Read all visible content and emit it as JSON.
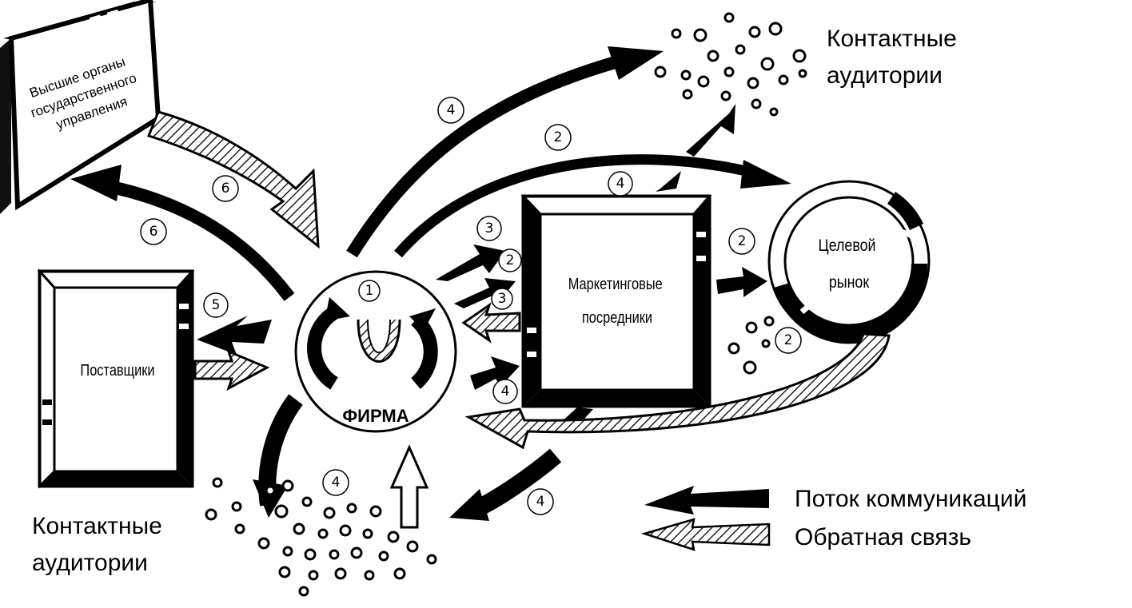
{
  "nodes": {
    "government": [
      "Высшие органы",
      "государственного",
      "управления"
    ],
    "suppliers": "Поставщики",
    "firm": "ФИРМА",
    "intermediaries": [
      "Маркетинговые",
      "посредники"
    ],
    "target_market": [
      "Целевой",
      "рынок"
    ],
    "contact_audiences_top": [
      "Контактные",
      "аудитории"
    ],
    "contact_audiences_bottom": [
      "Контактные",
      "аудитории"
    ]
  },
  "step_labels": {
    "firm_inner": "1",
    "to_contact_top": "4",
    "to_target_market": "2",
    "to_intermediaries_top": "4",
    "firm_to_intermediaries_a": "3",
    "firm_to_intermediaries_b": "2",
    "intermediaries_feedback": "3",
    "intermediaries_to_market": "2",
    "market_feedback": "2",
    "firm_to_intermediaries_low": "4",
    "gov_upper": "6",
    "gov_lower": "6",
    "to_suppliers": "5",
    "contact_bottom": "4",
    "intermediaries_to_contact_bottom": "4"
  },
  "legend": {
    "communication_flow": "Поток коммуникаций",
    "feedback": "Обратная связь"
  },
  "colors": {
    "ink": "#000000",
    "paper": "#ffffff"
  }
}
